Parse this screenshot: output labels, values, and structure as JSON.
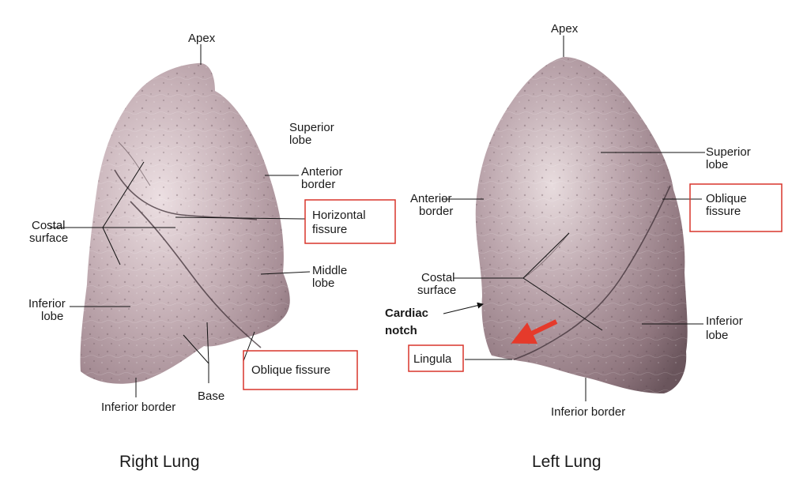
{
  "colors": {
    "highlight_box": "#d9352b",
    "arrow": "#e53a2b",
    "lung_base": "#a78d96",
    "lung_light": "#ecdfe2",
    "lung_dark": "#6a555c",
    "text": "#1a1a1a"
  },
  "right_lung": {
    "caption": "Right Lung",
    "apex": "Apex",
    "superior_lobe": [
      "Superior",
      "lobe"
    ],
    "anterior_border": [
      "Anterior",
      "border"
    ],
    "horizontal_fissure": [
      "Horizontal",
      "fissure"
    ],
    "costal_surface": [
      "Costal",
      "surface"
    ],
    "middle_lobe": [
      "Middle",
      "lobe"
    ],
    "inferior_lobe": [
      "Inferior",
      "lobe"
    ],
    "oblique_fissure": "Oblique fissure",
    "base": "Base",
    "inferior_border": "Inferior border"
  },
  "left_lung": {
    "caption": "Left Lung",
    "apex": "Apex",
    "superior_lobe": [
      "Superior",
      "lobe"
    ],
    "oblique_fissure": [
      "Oblique",
      "fissure"
    ],
    "anterior_border": [
      "Anterior",
      "border"
    ],
    "costal_surface": [
      "Costal",
      "surface"
    ],
    "cardiac_notch": [
      "Cardiac",
      "notch"
    ],
    "lingula": "Lingula",
    "inferior_lobe": [
      "Inferior",
      "lobe"
    ],
    "inferior_border": "Inferior border"
  }
}
